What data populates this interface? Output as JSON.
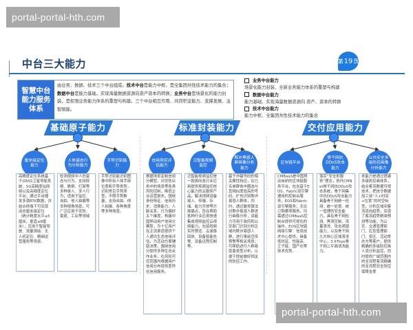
{
  "watermarks": {
    "top": "portal-portal-hth.com",
    "bottom": "portal-portal-hth.com"
  },
  "header": {
    "title": "中台三大能力",
    "page_badge": {
      "prefix": "第",
      "number": "19",
      "suffix": "页"
    }
  },
  "intro": {
    "label": "智慧中台能力服务体系",
    "text": {
      "p1": "由业务、数据、技术三个中台组成。",
      "b1": "技术中台",
      "p2": "是能力中枢，是全集团共性技术能力的集合；",
      "b2": "数据中台",
      "p3": "是能力基础，实现海量数据资源向资产资本的转换；",
      "b3": "业务中台",
      "p4": "是场景化的能力封装，是权限业务能力体系的重塑与构建。三个中台相互作用、共同积淀能力、支撑发展、注智赋能。"
    }
  },
  "summary": [
    {
      "heading": "业务中台能力",
      "desc": "场景化能力封装、全新业务能力体系的重塑与构建"
    },
    {
      "heading": "数据中台能力",
      "desc": "能力基础、实现海量数据资源向 资产、资本的转换"
    },
    {
      "heading": "技术中台能力",
      "desc": "能力中枢、全集团共性技术能力的集合"
    }
  ],
  "groups": [
    {
      "title": "基础原子能力",
      "nodes": [
        {
          "label": "厘米级定位能力",
          "desc": "高精度定位系统基于GNSS卫星导航系统、5G高精度站网络以及高精度定位平台，通过平台播发多源RTK数据，并结合终端下可实现动态厘米级定位（统计精度水平≤5厘米，垂直≤8厘米），应用于智能驾驶、测量测绘、无人机定位、精细运营服务等场景。"
        },
        {
          "label": "人体姿态行为分析能力",
          "desc": "检测视频中人的姿态与行为，支持摔倒、跌倒、打架等多种单人、多人行为，适用于监控、自拍、他人拍摄等多种视角场景，可广泛应用于安防、家庭、工业等领域"
        },
        {
          "label": "手势识别能力",
          "desc": "手势识别能识别图像中所有人体手部位置和手势类型，识别常见手势类型，不限手势数量，支持自拍、他人拍摄、各种角度等多种场景。"
        }
      ]
    },
    {
      "title": "标准封装能力",
      "nodes": [
        {
          "label": "信用风控评估能力",
          "desc": "根据场景定制信用分模型，对安防业务中的场景等各类风险控制，降低企业运营损失，围绕身份特征、信用历史、消费能力、人脉关系、行为偏好五个维度，构建中国移动用户信用分模型，为十亿用户在主流渠道提供个人通讯生态信用评估，为活动方案辅助决策，围绕信用分提供多种生态合作业务，在风险可控范围内根据用户信用分布提供差异化信用服务。"
        },
        {
          "label": "泛智能视频监控",
          "desc": "泛智能视频监控是一款面向各行业应用提供视频监控核心能力的云服务产品，解决视频设备接入、传输、存储、能力开放等方面痛点，旨在帮助各种行业应用快速集成视频监控云视频能力，包括视频实时预览、云录像回放、设备智能告警、设备远程控制等。"
        },
        {
          "label": "欺诈黑感人群画像分析能力",
          "desc": "基于诈骗号码的相关属性特征，在已名单群体中圈选与其相似度较高的号码，扩充识别欺诈易感人群体，同时，通过聚类算法对欺诈易感人群进行画像分析，该能力可用于政府和公安部门识别分析区域内欺诈易感人群，进行事前宣传预警等相关场景；可帮助进行人群易受害类型分析，以便于提前做好相关的防控工作。"
        }
      ]
    },
    {
      "title": "交付应用能力",
      "nodes": [
        {
          "label": "区块链平台",
          "desc": "CMBaaS是中国移动自研的区块链服务平台，包含基于EOS、Fabric双引擎通用的控制台服务，EOS和Fabric双引擎服务；无论订购哪项服务，均需通过CMBaaS控制台提供可视化的操作，EOS区块链网络引擎：信息技术中心提供，具备低时延、性能高、王子链、国产化等技术优势。"
        },
        {
          "label": "骨干网抗DDoS攻击能力",
          "desc": "落实“安全即服务”理念，依托CMNet骨干网抗DDoS攻击系统，骨干网集中抗DDoS攻击能力具备骨干网统一检测、统一处置、统一管理的安全能力，具有骨干网检测、黑洞压制、流量清洗、攻击溯源能力，以及骨干网九大核心区域清洗中心，3.6Tbps骨干网二平面清洗能力。"
        },
        {
          "label": "公共安全多级防控画像分析能力",
          "desc": "本能力是通过搭建多级防控画体系，结合客流数据可视技术，把信令数据加工成“人+时间+位置”的时空标签，分析区域间客流流向趋势，实现了客流趋势精准预测等功能，为公安、交通管理部门、应急管理部门、景区、活动举办方等客户，提供精确的多级防控画人流分析监控，同时提供广域范围内的全流程客流精确的全流程安全防控保障支撑"
        }
      ]
    }
  ],
  "colors": {
    "accent": "#2b78d6",
    "title": "#1f3f70",
    "badge": "#1e7be0"
  }
}
